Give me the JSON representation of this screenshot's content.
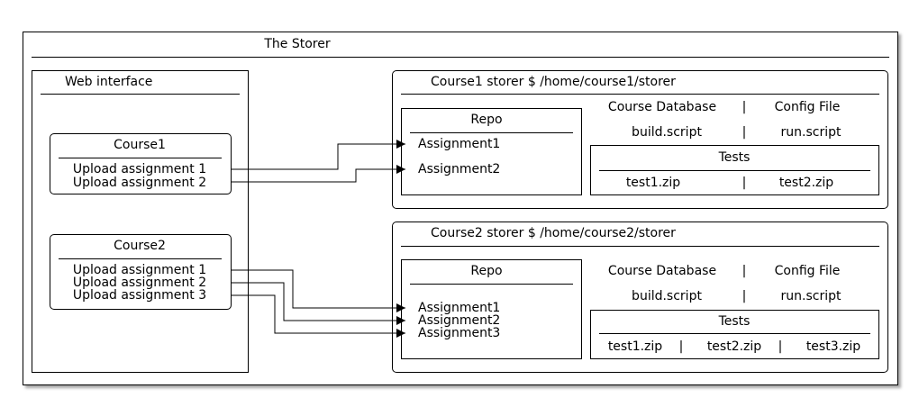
{
  "diagram": {
    "title": "The Storer",
    "web_interface": {
      "title": "Web interface",
      "courses": [
        {
          "name": "Course1",
          "uploads": [
            "Upload assignment 1",
            "Upload assignment 2"
          ]
        },
        {
          "name": "Course2",
          "uploads": [
            "Upload assignment 1",
            "Upload assignment 2",
            "Upload assignment 3"
          ]
        }
      ]
    },
    "storers": [
      {
        "title": "Course1 storer $ /home/course1/storer",
        "repo": {
          "title": "Repo",
          "assignments": [
            "Assignment1",
            "Assignment2"
          ]
        },
        "files": {
          "database": "Course Database",
          "config": "Config File",
          "build": "build.script",
          "run": "run.script",
          "separator": "|"
        },
        "tests": {
          "title": "Tests",
          "files": [
            "test1.zip",
            "test2.zip"
          ]
        }
      },
      {
        "title": "Course2 storer $ /home/course2/storer",
        "repo": {
          "title": "Repo",
          "assignments": [
            "Assignment1",
            "Assignment2",
            "Assignment3"
          ]
        },
        "files": {
          "database": "Course Database",
          "config": "Config File",
          "build": "build.script",
          "run": "run.script",
          "separator": "|"
        },
        "tests": {
          "title": "Tests",
          "files": [
            "test1.zip",
            "test2.zip",
            "test3.zip"
          ]
        }
      }
    ]
  }
}
